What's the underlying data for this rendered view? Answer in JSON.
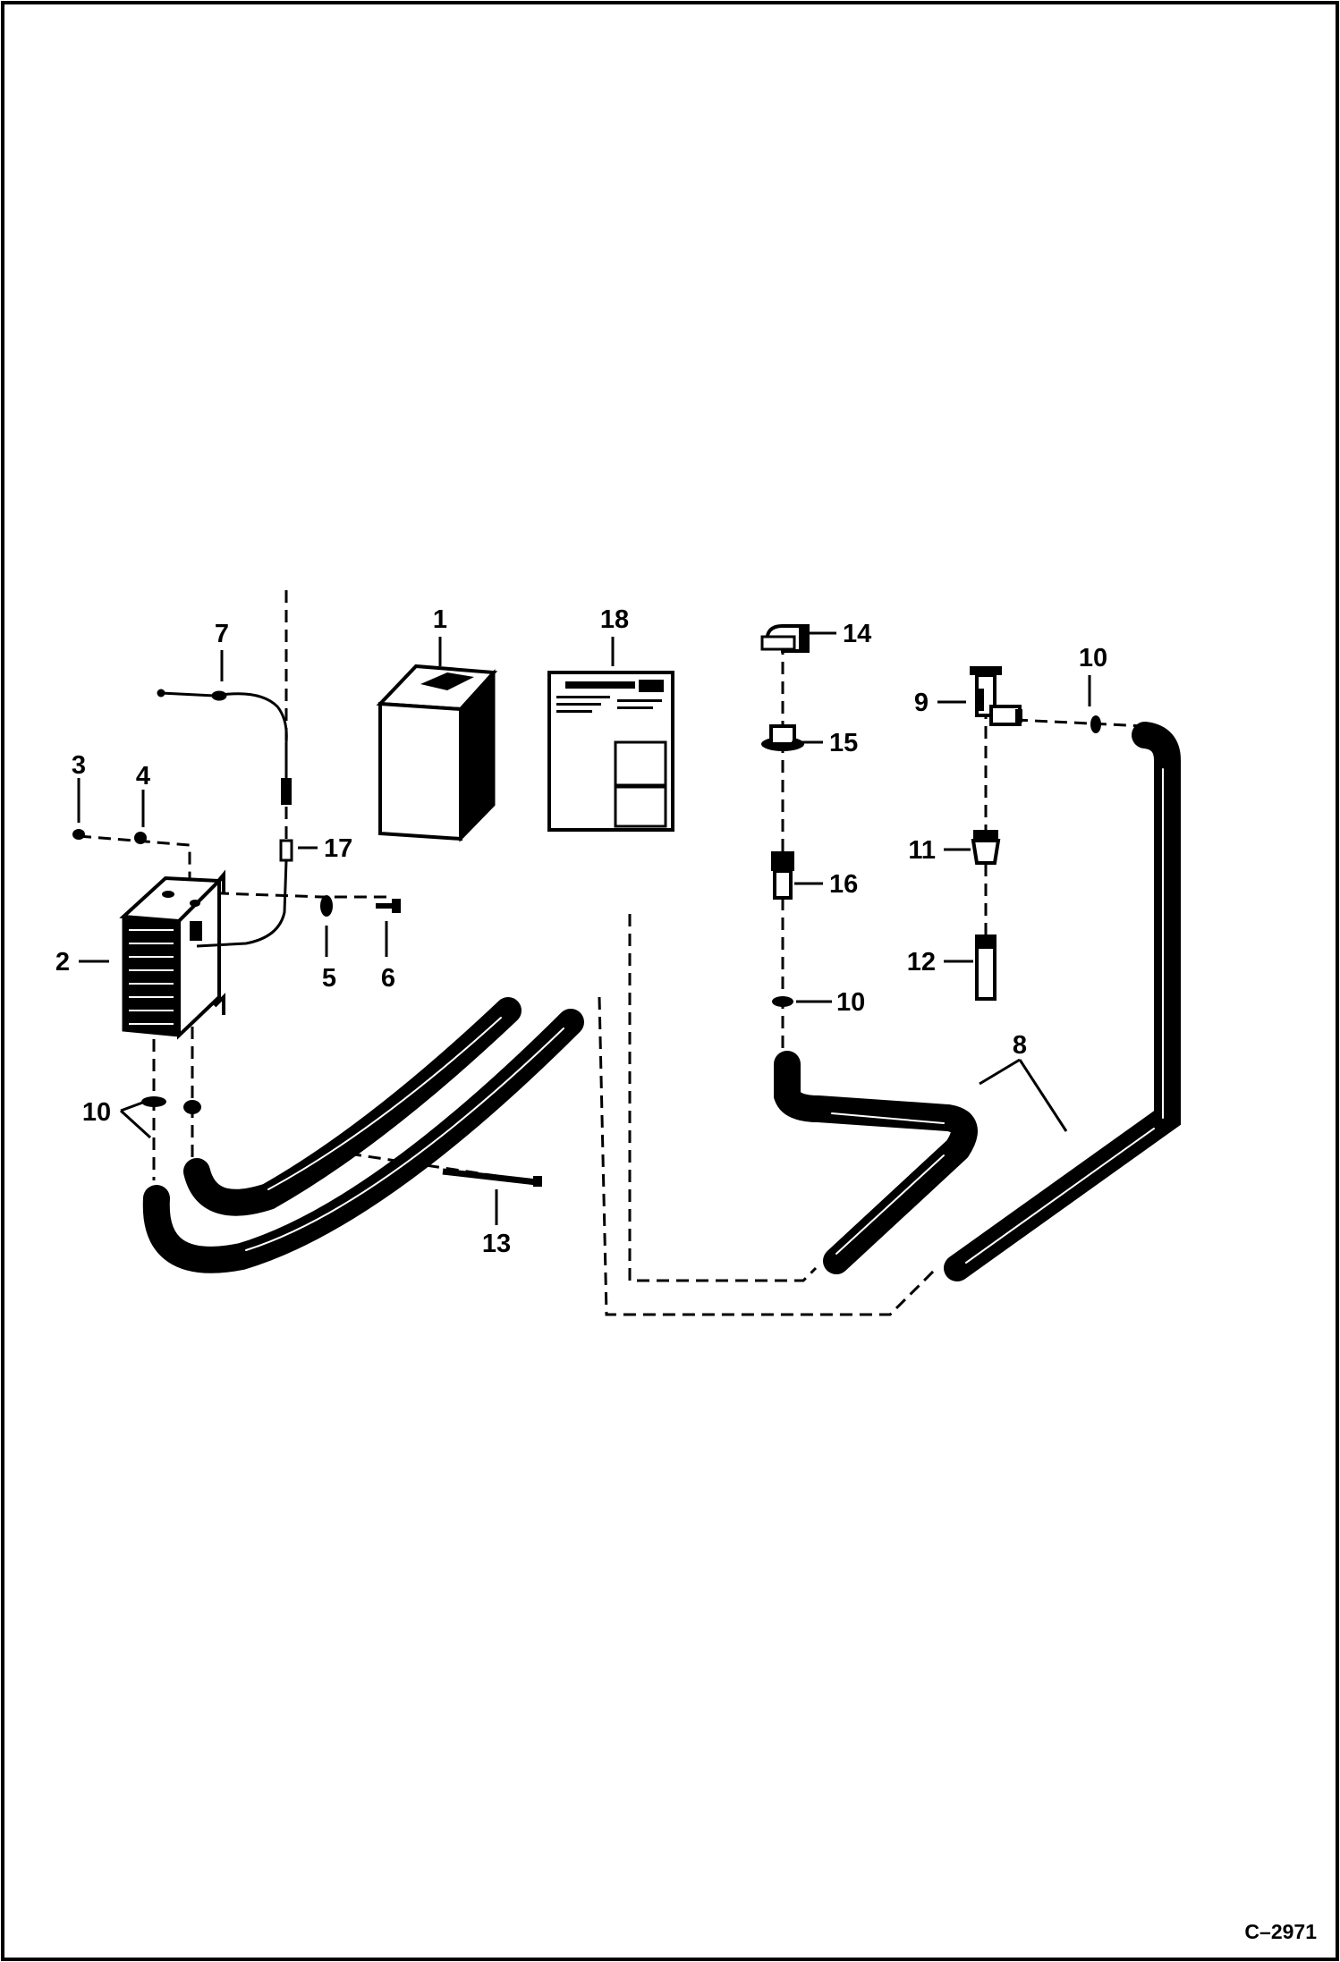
{
  "figure": {
    "reference": "C–2971"
  },
  "callouts": [
    {
      "id": "c1",
      "label": "1"
    },
    {
      "id": "c2",
      "label": "2"
    },
    {
      "id": "c3",
      "label": "3"
    },
    {
      "id": "c4",
      "label": "4"
    },
    {
      "id": "c5",
      "label": "5"
    },
    {
      "id": "c6",
      "label": "6"
    },
    {
      "id": "c7",
      "label": "7"
    },
    {
      "id": "c8",
      "label": "8"
    },
    {
      "id": "c9",
      "label": "9"
    },
    {
      "id": "c10a",
      "label": "10"
    },
    {
      "id": "c10b",
      "label": "10"
    },
    {
      "id": "c10c",
      "label": "10"
    },
    {
      "id": "c11",
      "label": "11"
    },
    {
      "id": "c12",
      "label": "12"
    },
    {
      "id": "c13",
      "label": "13"
    },
    {
      "id": "c14",
      "label": "14"
    },
    {
      "id": "c15",
      "label": "15"
    },
    {
      "id": "c16",
      "label": "16"
    },
    {
      "id": "c17",
      "label": "17"
    },
    {
      "id": "c18",
      "label": "18"
    }
  ]
}
